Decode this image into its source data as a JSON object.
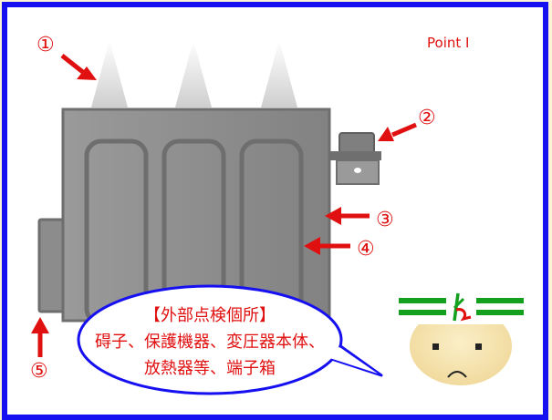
{
  "point_label": "Point I",
  "callouts": {
    "n1": "①",
    "n2": "②",
    "n3": "③",
    "n4": "④",
    "n5": "⑤"
  },
  "bubble": {
    "line1": "【外部点検個所】",
    "line2": "碍子、保護機器、変圧器本体、",
    "line3": "放熱器等、端子箱"
  },
  "colors": {
    "frame": "#1610f0",
    "page_bg": "#fdf1d6",
    "accent_red": "#e01010",
    "transformer_body": "#8a8a8a",
    "helmet_green": "#12a01e"
  }
}
